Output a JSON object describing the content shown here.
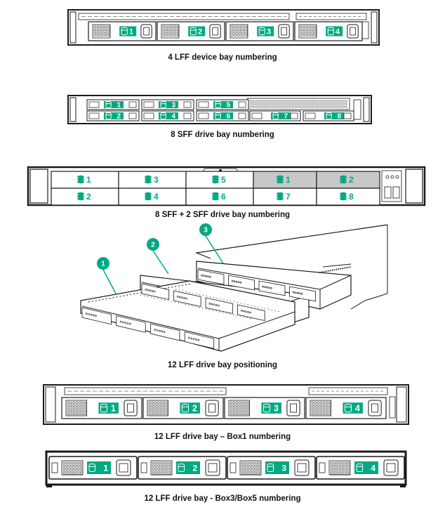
{
  "colors": {
    "accent": "#00a982",
    "frame": "#1a1a1a",
    "panel": "#ffffff",
    "shaded": "#c8c8c8"
  },
  "icons": {
    "drive": "drive-bay-icon",
    "sff_drive": "sff-drive-icon",
    "callout": "callout-circle"
  },
  "captions": {
    "lff4": "4 LFF device bay numbering",
    "sff8": "8 SFF drive bay numbering",
    "sff8_2": "8 SFF + 2 SFF drive bay numbering",
    "lff12_pos": "12 LFF drive bay positioning",
    "lff12_box1": "12 LFF drive bay – Box1 numbering",
    "lff12_box35": "12 LFF drive bay - Box3/Box5 numbering"
  },
  "lff4_bays": [
    "1",
    "2",
    "3",
    "4"
  ],
  "sff8_bays": [
    "1",
    "2",
    "3",
    "4",
    "5",
    "6",
    "7",
    "8"
  ],
  "sff8_2_main_bays": [
    "1",
    "2",
    "3",
    "4",
    "5",
    "6"
  ],
  "sff8_2_extra_bays": [
    "1",
    "2",
    "7",
    "8"
  ],
  "positioning_callouts": [
    "1",
    "2",
    "3"
  ],
  "box1_bays": [
    "1",
    "2",
    "3",
    "4"
  ],
  "box35_bays": [
    "1",
    "2",
    "3",
    "4"
  ]
}
